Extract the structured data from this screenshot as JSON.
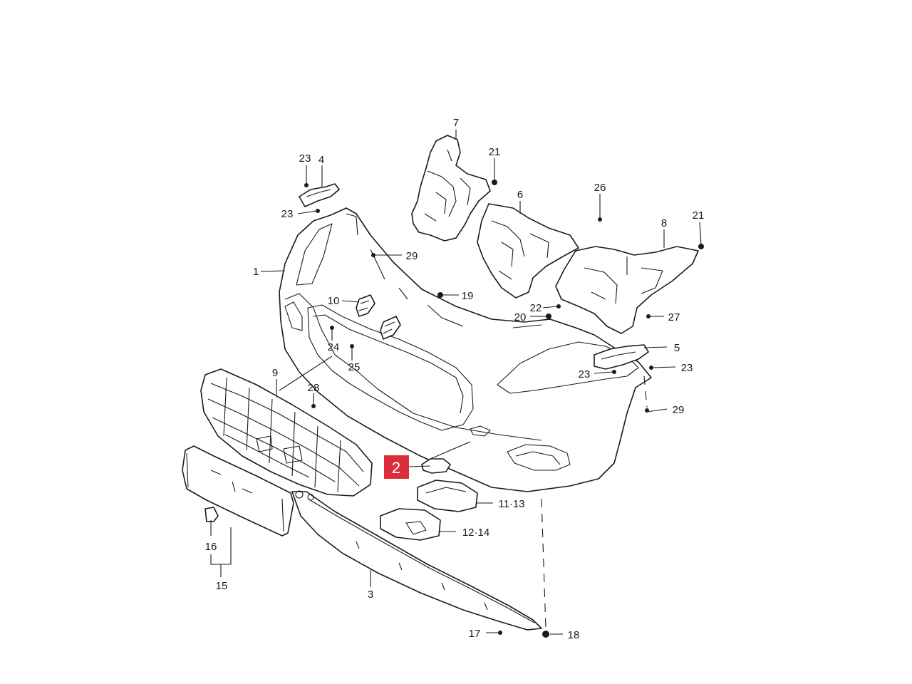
{
  "highlight": {
    "label": "2",
    "color": "#dd2c3a"
  },
  "callouts": {
    "c1": "1",
    "c3": "3",
    "c4": "4",
    "c5": "5",
    "c6": "6",
    "c7": "7",
    "c8": "8",
    "c9": "9",
    "c10": "10",
    "c11_13": "11·13",
    "c12_14": "12·14",
    "c15": "15",
    "c16": "16",
    "c17": "17",
    "c18": "18",
    "c19": "19",
    "c20": "20",
    "c21a": "21",
    "c21b": "21",
    "c22": "22",
    "c23a": "23",
    "c23b": "23",
    "c23c": "23",
    "c23d": "23",
    "c24": "24",
    "c25": "25",
    "c26": "26",
    "c27": "27",
    "c28": "28",
    "c29a": "29",
    "c29b": "29"
  }
}
